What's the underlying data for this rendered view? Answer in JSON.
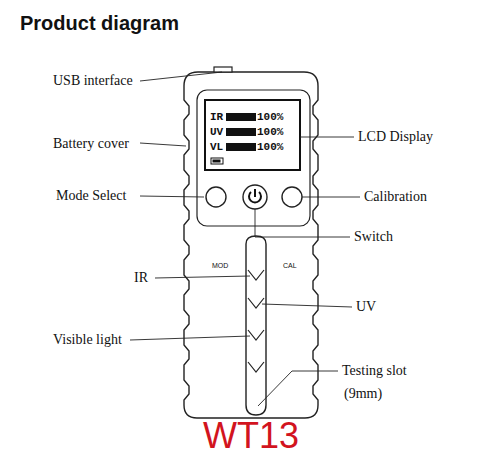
{
  "diagram": {
    "title": "Product diagram",
    "caption": "WT13",
    "labels": [
      "USB interface",
      "Battery cover",
      "LCD Display",
      "IR",
      "100%",
      "UV",
      "100%",
      "VL",
      "100%",
      "Mode Select",
      "Calibration",
      "Switch",
      "MOD",
      "CAL",
      "IR",
      "UV",
      "Visible light",
      "Testing slot",
      "(9mm)"
    ]
  }
}
